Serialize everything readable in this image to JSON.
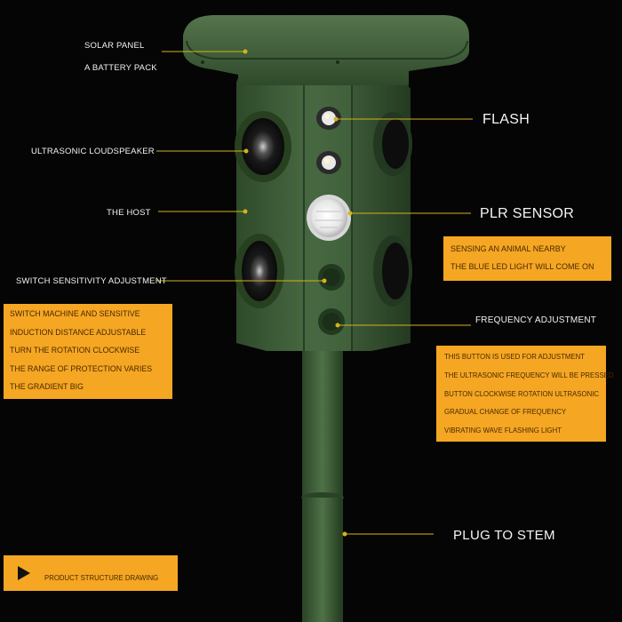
{
  "labels": {
    "solar_panel": "SOLAR PANEL",
    "battery_pack": "A BATTERY PACK",
    "ultrasonic_loudspeaker": "ULTRASONIC LOUDSPEAKER",
    "the_host": "THE HOST",
    "switch_sensitivity": "SWITCH SENSITIVITY ADJUSTMENT",
    "flash": "FLASH",
    "plr_sensor": "PLR SENSOR",
    "frequency_adjustment": "FREQUENCY ADJUSTMENT",
    "plug_to_stem": "PLUG TO STEM"
  },
  "sensing_box": {
    "lines": [
      "SENSING AN ANIMAL NEARBY",
      "THE BLUE LED LIGHT WILL COME ON"
    ]
  },
  "switch_box": {
    "lines": [
      "SWITCH MACHINE AND SENSITIVE",
      "INDUCTION DISTANCE ADJUSTABLE",
      "TURN THE ROTATION CLOCKWISE",
      "THE RANGE OF PROTECTION VARIES",
      "THE GRADIENT BIG"
    ]
  },
  "frequency_box": {
    "lines": [
      "THIS BUTTON IS USED FOR ADJUSTMENT",
      "THE ULTRASONIC FREQUENCY WILL BE PRESSED",
      "BUTTON CLOCKWISE ROTATION ULTRASONIC",
      "GRADUAL CHANGE OF FREQUENCY",
      "VIBRATING WAVE FLASHING LIGHT"
    ]
  },
  "product_box": {
    "text": "PRODUCT STRUCTURE DRAWING",
    "icon": "play-icon"
  },
  "colors": {
    "background": "#050505",
    "device_green": "#3c5a36",
    "leader_line": "#d4b21e",
    "callout_box": "#f5a623"
  }
}
